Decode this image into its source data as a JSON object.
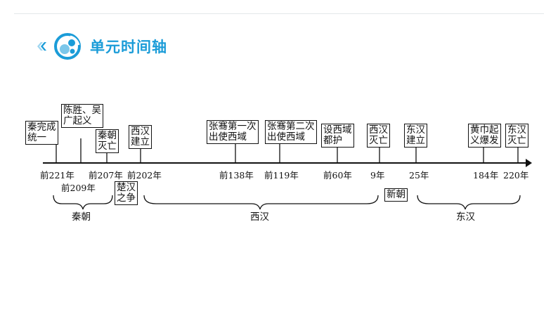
{
  "header": {
    "title": "单元时间轴"
  },
  "colors": {
    "accent": "#1b9cd8",
    "ink": "#111111"
  },
  "events_above": [
    {
      "id": "qin-unify",
      "lines": [
        "秦完成",
        "统一"
      ]
    },
    {
      "id": "chen-sheng",
      "lines": [
        "陈胜、吴",
        "广起义"
      ]
    },
    {
      "id": "qin-fall",
      "lines": [
        "秦朝",
        "灭亡"
      ]
    },
    {
      "id": "xihan-found",
      "lines": [
        "西汉",
        "建立"
      ]
    },
    {
      "id": "zhangqian-1",
      "lines": [
        "张骞第一次",
        "出使西域"
      ]
    },
    {
      "id": "zhangqian-2",
      "lines": [
        "张骞第二次",
        "出使西域"
      ]
    },
    {
      "id": "duhu",
      "lines": [
        "设西域",
        "都护"
      ]
    },
    {
      "id": "xihan-fall",
      "lines": [
        "西汉",
        "灭亡"
      ]
    },
    {
      "id": "donghan-found",
      "lines": [
        "东汉",
        "建立"
      ]
    },
    {
      "id": "huangjin",
      "lines": [
        "黄巾起",
        "义爆发"
      ]
    },
    {
      "id": "donghan-fall",
      "lines": [
        "东汉",
        "灭亡"
      ]
    }
  ],
  "events_below": [
    {
      "id": "chuhan",
      "lines": [
        "楚汉",
        "之争"
      ]
    },
    {
      "id": "xinchao",
      "lines": [
        "新朝"
      ]
    }
  ],
  "years": [
    "前221年",
    "前209年",
    "前207年",
    "前202年",
    "前138年",
    "前119年",
    "前60年",
    "9年",
    "25年",
    "184年",
    "220年"
  ],
  "periods": [
    "秦朝",
    "西汉",
    "东汉"
  ]
}
